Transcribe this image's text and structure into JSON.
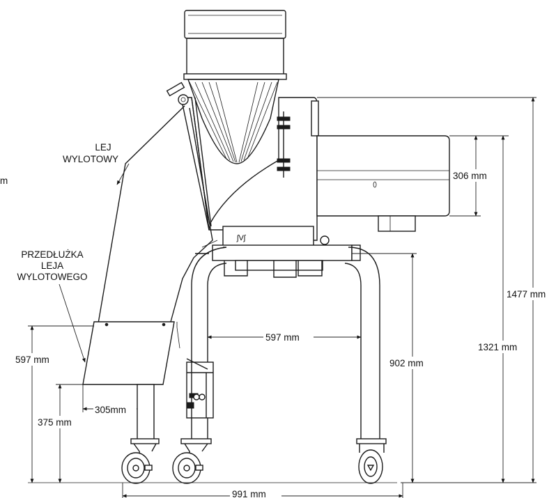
{
  "labels": {
    "outlet_chute": [
      "LEJ",
      "WYLOTOWY"
    ],
    "chute_extension": [
      "PRZEDŁUŻKA",
      "LEJA",
      "WYLOTOWEGO"
    ],
    "cut_off_unit": "m"
  },
  "dimensions": {
    "motor_height": "306 mm",
    "total_height": "1477 mm",
    "hopper_top_height": "1321 mm",
    "frame_height": "902 mm",
    "leg_spacing": "597 mm",
    "extension_height": "597 mm",
    "extension_offset": "305mm",
    "extension_stand_height": "375 mm",
    "total_length": "991 mm"
  }
}
